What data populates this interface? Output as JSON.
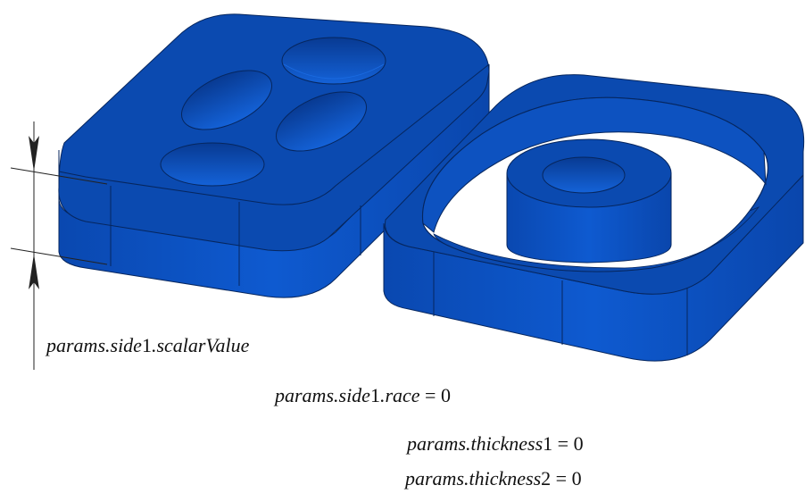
{
  "colors": {
    "body_fill": "#0c4fb6",
    "top_fill": "#0b4ab0",
    "side_fill": "#0d56c8",
    "edge": "#06265e",
    "dim_line": "#222222"
  },
  "dimension_label": {
    "italic": "params.side",
    "index": "1",
    "suffix": ".scalarValue"
  },
  "equations": [
    {
      "italic": "params.side",
      "index": "1",
      "suffix_italic": ".race",
      "rhs": " = 0"
    },
    {
      "italic": "params.thickness",
      "index": "1",
      "suffix_italic": "",
      "rhs": " = 0"
    },
    {
      "italic": "params.thickness",
      "index": "2",
      "suffix_italic": "",
      "rhs": " = 0"
    }
  ]
}
